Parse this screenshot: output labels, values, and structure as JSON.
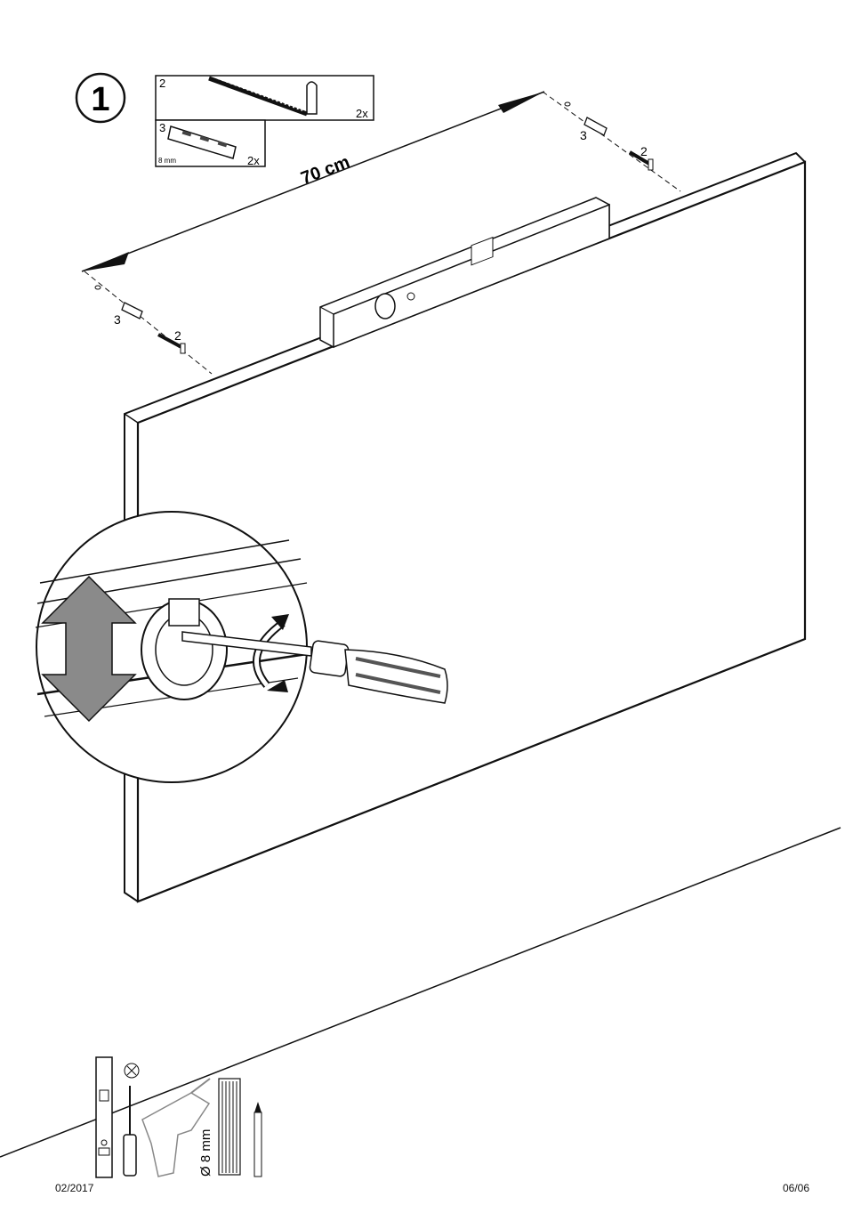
{
  "step": {
    "number": "1"
  },
  "parts": {
    "screw": {
      "label": "2",
      "qty": "2x"
    },
    "anchor": {
      "label": "3",
      "qty": "2x",
      "size": "8 mm"
    }
  },
  "measurement": {
    "distance": "70 cm"
  },
  "callouts": {
    "left_anchor": "3",
    "left_screw": "2",
    "right_anchor": "3",
    "right_screw": "2"
  },
  "tools": {
    "drill_bit": "Ø 8 mm"
  },
  "footer": {
    "date": "02/2017",
    "page": "06/06"
  }
}
